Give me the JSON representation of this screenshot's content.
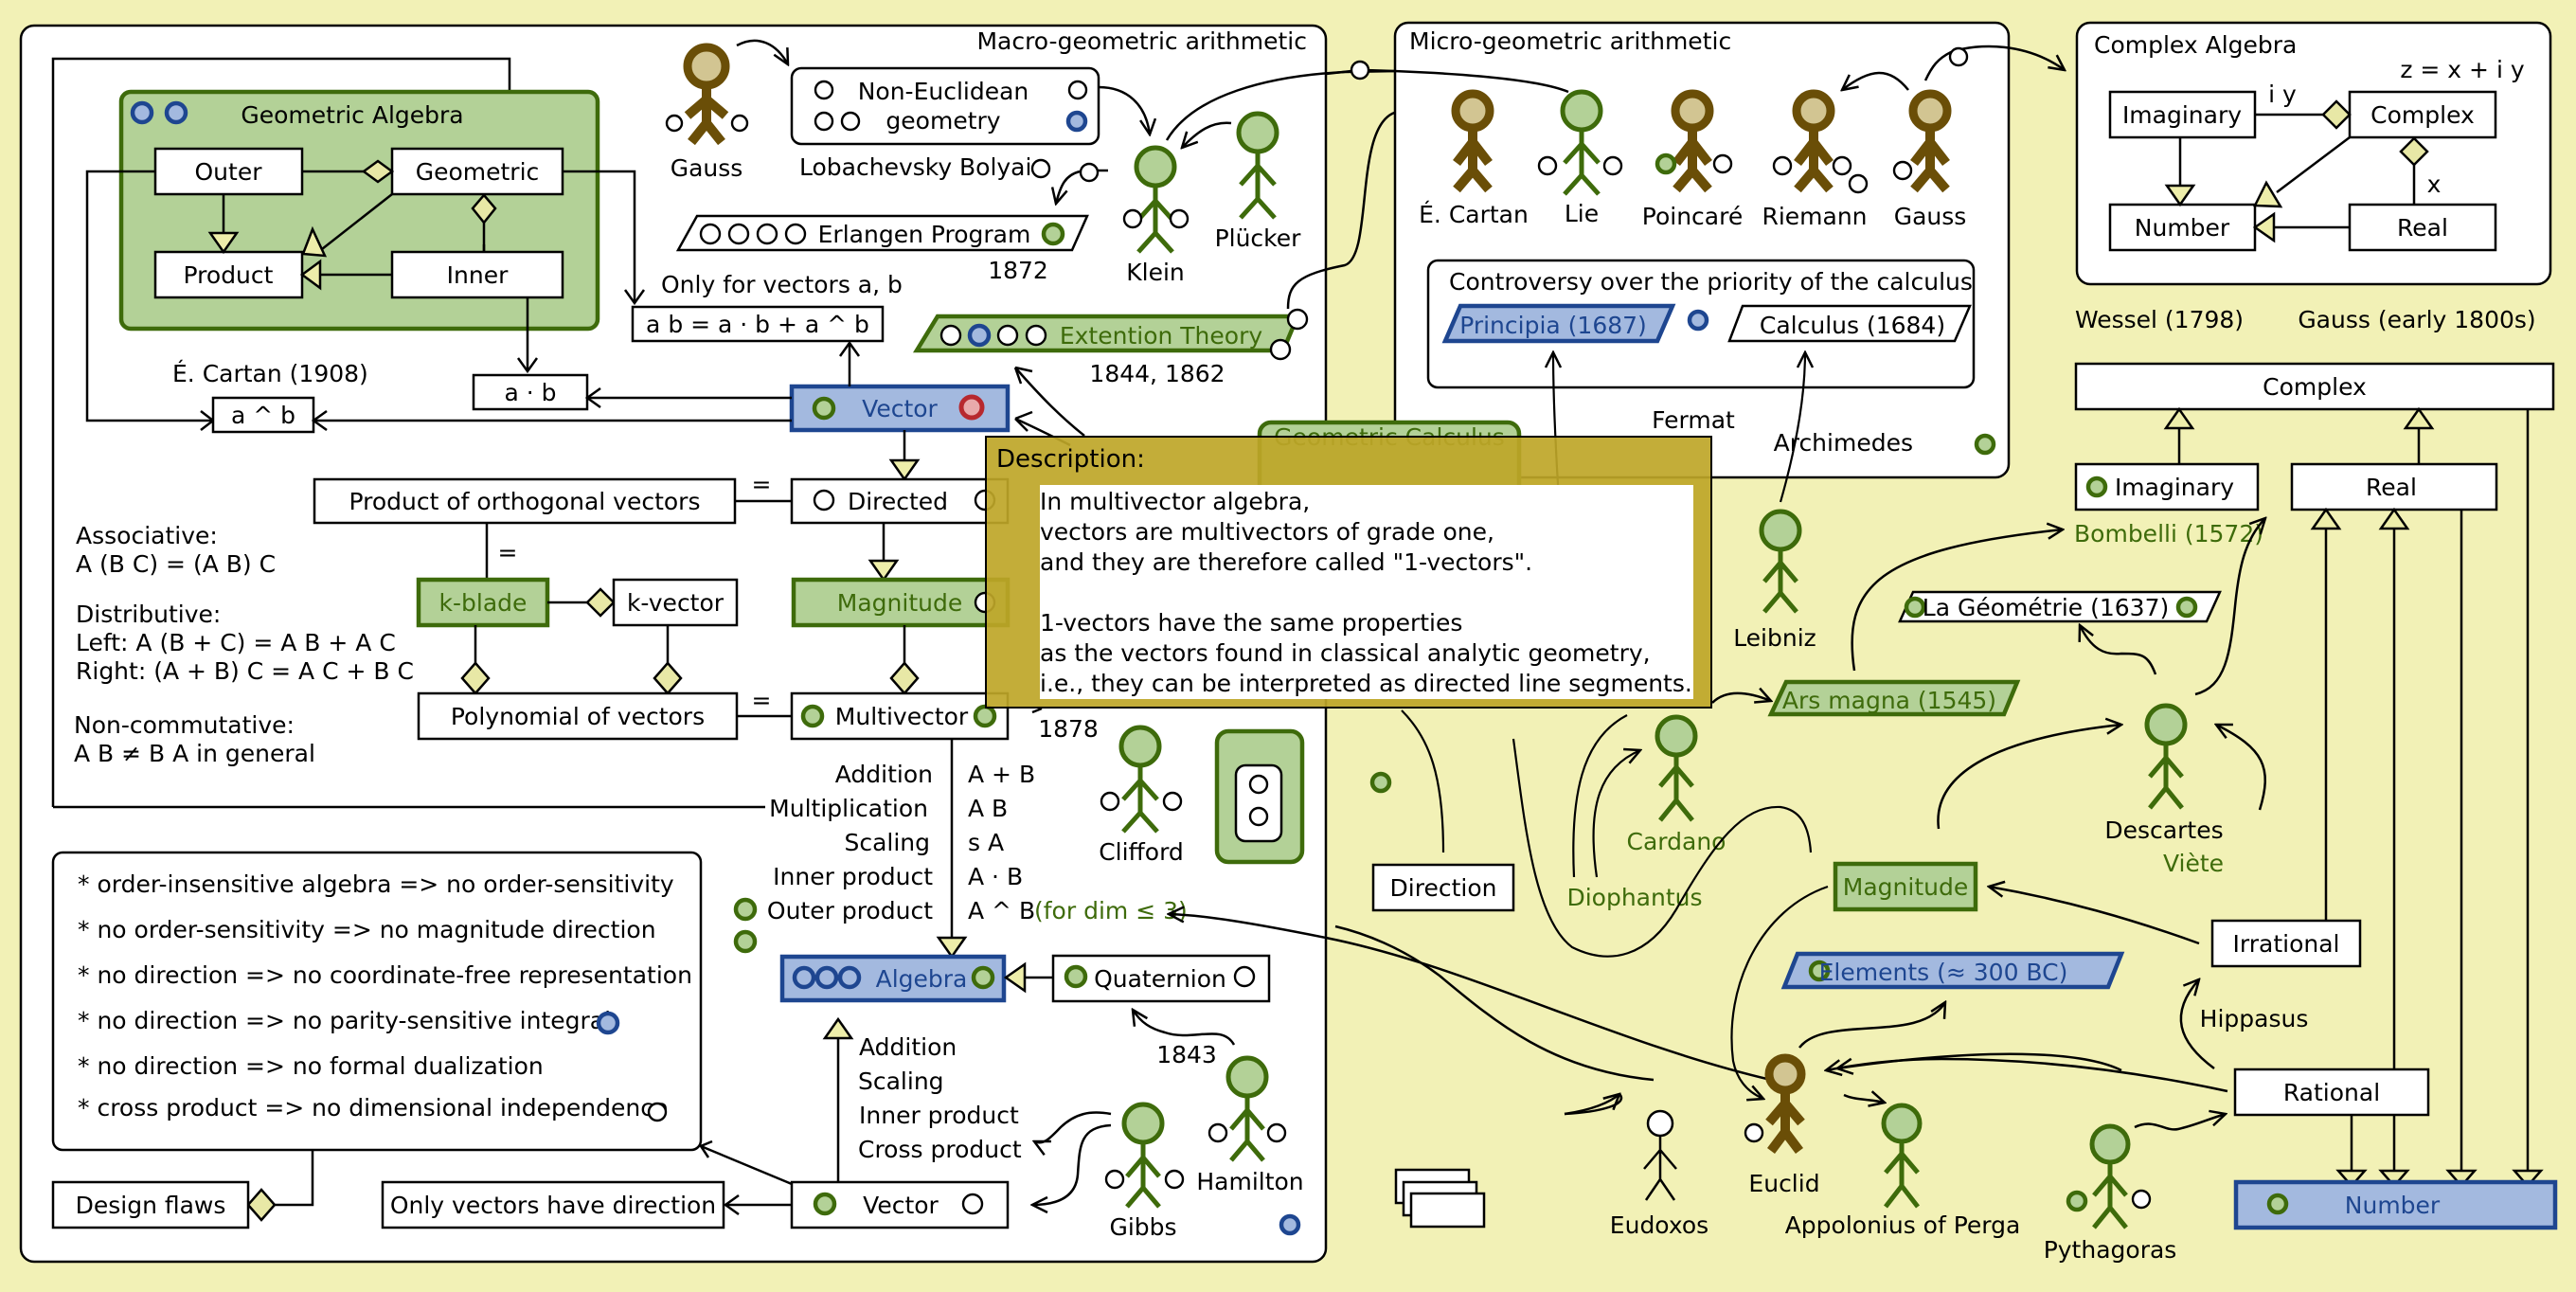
{
  "colors": {
    "background": "#f2f1b6",
    "green_fill": "#b3d197",
    "green_stroke": "#3e6b0b",
    "blue_fill": "#a3b9df",
    "blue_stroke": "#1e4690",
    "brown": "#6a4e07",
    "tooltip": "#bea628"
  },
  "macro": {
    "title": "Macro-geometric arithmetic",
    "geometric_algebra": {
      "title": "Geometric Algebra",
      "outer": "Outer",
      "geometric": "Geometric",
      "product": "Product",
      "inner": "Inner"
    },
    "cartan_1908": "É. Cartan (1908)",
    "a_wedge_b": "a ^ b",
    "a_dot_b": "a · b",
    "only_for_vectors": "Only for vectors a, b",
    "ab_formula": "a b = a · b + a ^ b",
    "gauss": "Gauss",
    "non_euclidean_line1": "Non-Euclidean",
    "non_euclidean_line2": "geometry",
    "lobachevsky": "Lobachevsky",
    "bolyai": "Bolyai",
    "erlangen": "Erlangen Program",
    "year_1872": "1872",
    "klein": "Klein",
    "plucker": "Plücker",
    "extention_theory": "Extention Theory",
    "years_1844_1862": "1844, 1862",
    "vector": "Vector",
    "product_orthogonal": "Product of orthogonal  vectors",
    "equals": "=",
    "directed": "Directed",
    "associative_title": "Associative:",
    "associative_formula": "A (B C) = (A B) C",
    "distributive_title": "Distributive:",
    "distributive_left": "Left:   A (B + C) = A B + A C",
    "distributive_right": "Right: (A + B) C = A C + B C",
    "noncommutative_title": "Non-commutative:",
    "noncommutative_formula": "A B ≠ B A in general",
    "k_blade": "k-blade",
    "k_vector": "k-vector",
    "magnitude": "Magnitude",
    "polynomial": "Polynomial of vectors",
    "multivector": "Multivector",
    "year_1878": "1878",
    "clifford": "Clifford",
    "geometric_calculus": "Geometric Calculus",
    "operations": [
      {
        "name": "Addition",
        "formula": "A + B"
      },
      {
        "name": "Multiplication",
        "formula": "A B"
      },
      {
        "name": "Scaling",
        "formula": "s A"
      },
      {
        "name": "Inner product",
        "formula": "A · B"
      },
      {
        "name": "Outer product",
        "formula": "A ^ B"
      }
    ],
    "dim_note": "(for dim ≤ 3)",
    "design_flaws_list": [
      "* order-insensitive algebra => no order-sensitivity",
      "* no order-sensitivity => no magnitude direction",
      "* no direction => no coordinate-free representation",
      "* no direction => no parity-sensitive integral",
      "* no direction => no formal dualization",
      "* cross product => no dimensional independence"
    ],
    "algebra": "Algebra",
    "quaternion": "Quaternion",
    "year_1843": "1843",
    "vector_ops": [
      "Addition",
      "Scaling",
      "Inner product",
      "Cross product"
    ],
    "design_flaws": "Design flaws",
    "only_vectors_direction": "Only vectors have direction",
    "vector_bottom": "Vector",
    "gibbs": "Gibbs",
    "hamilton": "Hamilton"
  },
  "micro": {
    "title": "Micro-geometric arithmetic",
    "people": [
      "É. Cartan",
      "Lie",
      "Poincaré",
      "Riemann",
      "Gauss"
    ],
    "controversy_title": "Controversy over the priority of  the calculus",
    "principia": "Principia (1687)",
    "calculus": "Calculus (1684)",
    "fermat": "Fermat",
    "archimedes": "Archimedes"
  },
  "complex_algebra": {
    "title": "Complex Algebra",
    "formula": "z = x + i y",
    "iy": "i y",
    "x": "x",
    "imaginary": "Imaginary",
    "complex": "Complex",
    "number": "Number",
    "real": "Real"
  },
  "right": {
    "wessel": "Wessel (1798)",
    "gauss_early": "Gauss (early 1800s)",
    "complex": "Complex",
    "imaginary": "Imaginary",
    "real": "Real",
    "bombelli": "Bombelli (1572)",
    "la_geometrie": "La Géométrie (1637)",
    "leibniz": "Leibniz",
    "ars_magna": "Ars magna (1545)",
    "descartes": "Descartes",
    "viete": "Viète",
    "cardano": "Cardano",
    "diophantus": "Diophantus",
    "direction": "Direction",
    "magnitude": "Magnitude",
    "irrational": "Irrational",
    "elements": "Elements (≈ 300 BC)",
    "hippasus": "Hippasus",
    "rational": "Rational",
    "euclid": "Euclid",
    "eudoxos": "Eudoxos",
    "apollonius": "Appolonius of Perga",
    "pythagoras": "Pythagoras",
    "number": "Number"
  },
  "tooltip": {
    "title": "Description:",
    "body": "In multivector algebra,\nvectors are multivectors of grade one,\nand they are therefore called \"1-vectors\".\n\n1-vectors have the same properties\nas the vectors found in classical analytic geometry,\ni.e., they can be interpreted as directed line segments."
  }
}
